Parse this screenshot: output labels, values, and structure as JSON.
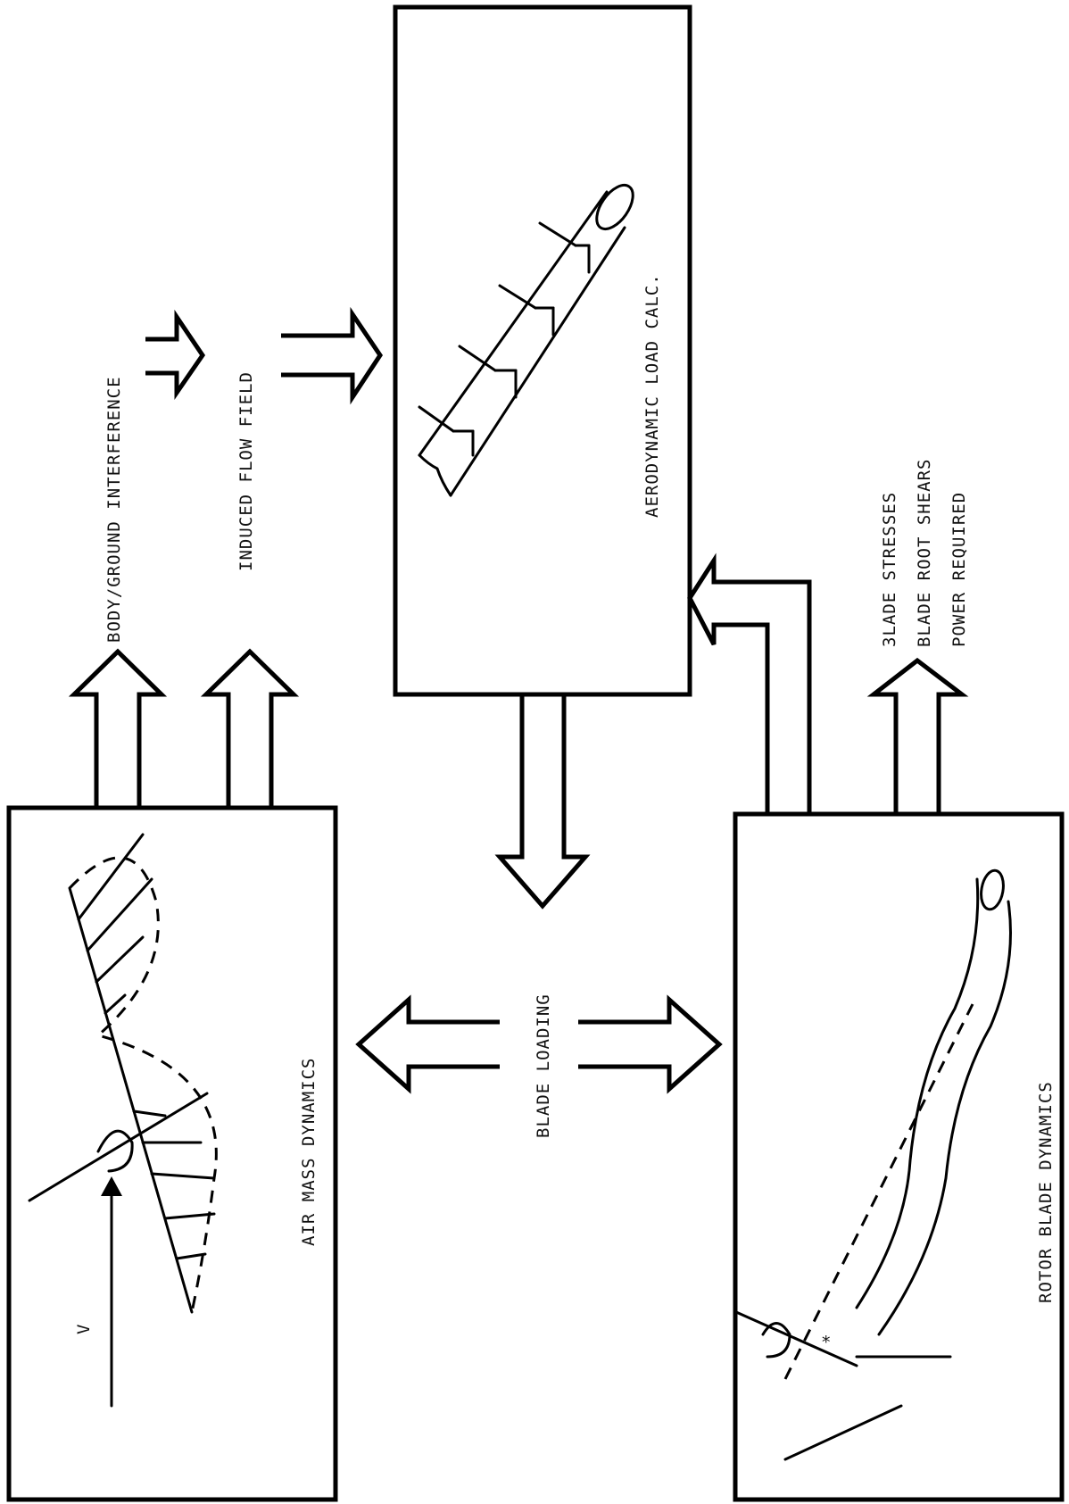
{
  "diagram": {
    "boxes": {
      "air_mass": {
        "label": "AIR MASS DYNAMICS",
        "velocity_label": "V"
      },
      "aero_load": {
        "label": "AERODYNAMIC LOAD CALC."
      },
      "rotor_blade": {
        "label": "ROTOR BLADE DYNAMICS"
      }
    },
    "labels": {
      "body_ground": "BODY/GROUND INTERFERENCE",
      "induced_flow": "INDUCED FLOW FIELD",
      "blade_loading": "BLADE LOADING",
      "blade_stresses": "3LADE STRESSES",
      "blade_root_shears": "BLADE ROOT SHEARS",
      "power_required": "POWER REQUIRED"
    }
  }
}
